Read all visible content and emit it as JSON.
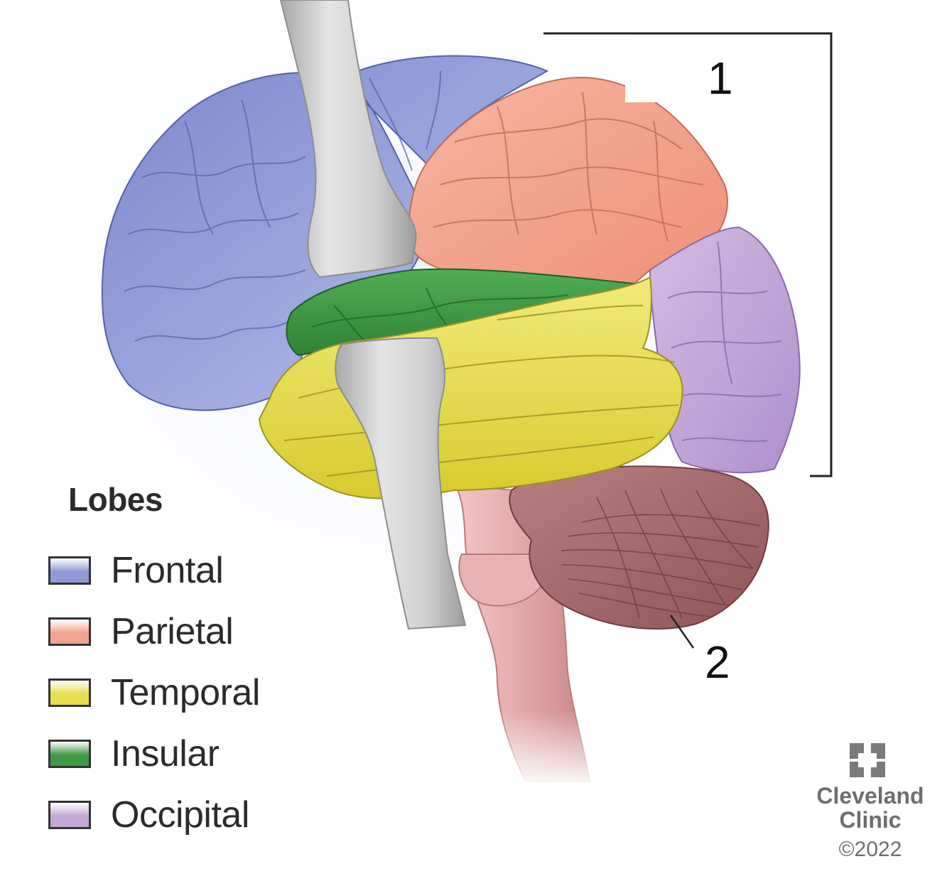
{
  "callouts": {
    "label_1": "1",
    "label_2": "2"
  },
  "legend": {
    "title": "Lobes",
    "items": [
      {
        "label": "Frontal",
        "color": "#8f9ad6"
      },
      {
        "label": "Parietal",
        "color": "#f3a48e"
      },
      {
        "label": "Temporal",
        "color": "#e7dd4d"
      },
      {
        "label": "Insular",
        "color": "#3f9a45"
      },
      {
        "label": "Occipital",
        "color": "#c5a6d8"
      }
    ]
  },
  "structures": {
    "cerebellum_color": "#a86b6e",
    "brainstem_color": "#e2a6a6",
    "retractor_color": "#c9c9c9"
  },
  "logo": {
    "line1": "Cleveland",
    "line2": "Clinic",
    "copyright": "©2022"
  }
}
